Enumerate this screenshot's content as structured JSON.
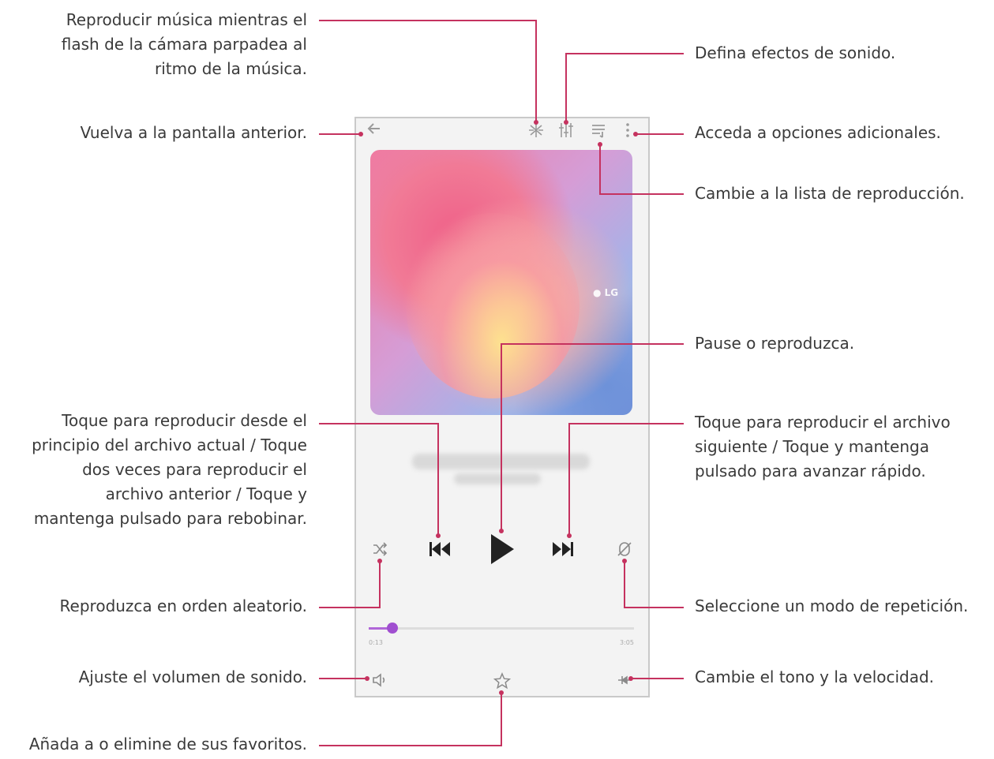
{
  "labels": {
    "light_sync": [
      "Reproducir música mientras el",
      "flash de la cámara parpadea al",
      "ritmo de la música."
    ],
    "sound_effects": [
      "Defina efectos de sonido."
    ],
    "back": [
      "Vuelva a la pantalla anterior."
    ],
    "more_options": [
      "Acceda a opciones adicionales."
    ],
    "playlist": [
      "Cambie a la lista de reproducción."
    ],
    "play_pause": [
      "Pause o reproduzca."
    ],
    "previous": [
      "Toque para reproducir desde el",
      "principio del archivo actual / Toque",
      "dos veces para reproducir el",
      "archivo anterior / Toque y",
      "mantenga pulsado para rebobinar."
    ],
    "next": [
      "Toque para reproducir el archivo",
      "siguiente / Toque y mantenga",
      "pulsado para avanzar rápido."
    ],
    "shuffle": [
      "Reproduzca en orden aleatorio."
    ],
    "repeat": [
      "Seleccione un modo de repetición."
    ],
    "volume": [
      "Ajuste el volumen de sonido."
    ],
    "pitch_speed": [
      "Cambie el tono y la velocidad."
    ],
    "favorites": [
      "Añada a o elimine de sus favoritos."
    ]
  },
  "player": {
    "album_logo": "LG",
    "elapsed_time": "0:13",
    "total_time": "3:05",
    "progress": 0.09
  },
  "icons": {
    "back": "back-arrow-icon",
    "light_sync": "light-sync-icon",
    "equalizer": "equalizer-icon",
    "playlist": "playlist-icon",
    "more": "more-vertical-icon",
    "shuffle": "shuffle-icon",
    "previous": "skip-previous-icon",
    "play": "play-icon",
    "next": "skip-next-icon",
    "repeat": "repeat-icon",
    "volume": "volume-icon",
    "favorite": "star-outline-icon",
    "pitch_speed": "pitch-speed-icon"
  },
  "colors": {
    "callout_line": "#c5325f",
    "progress_accent": "#a04fd0"
  }
}
